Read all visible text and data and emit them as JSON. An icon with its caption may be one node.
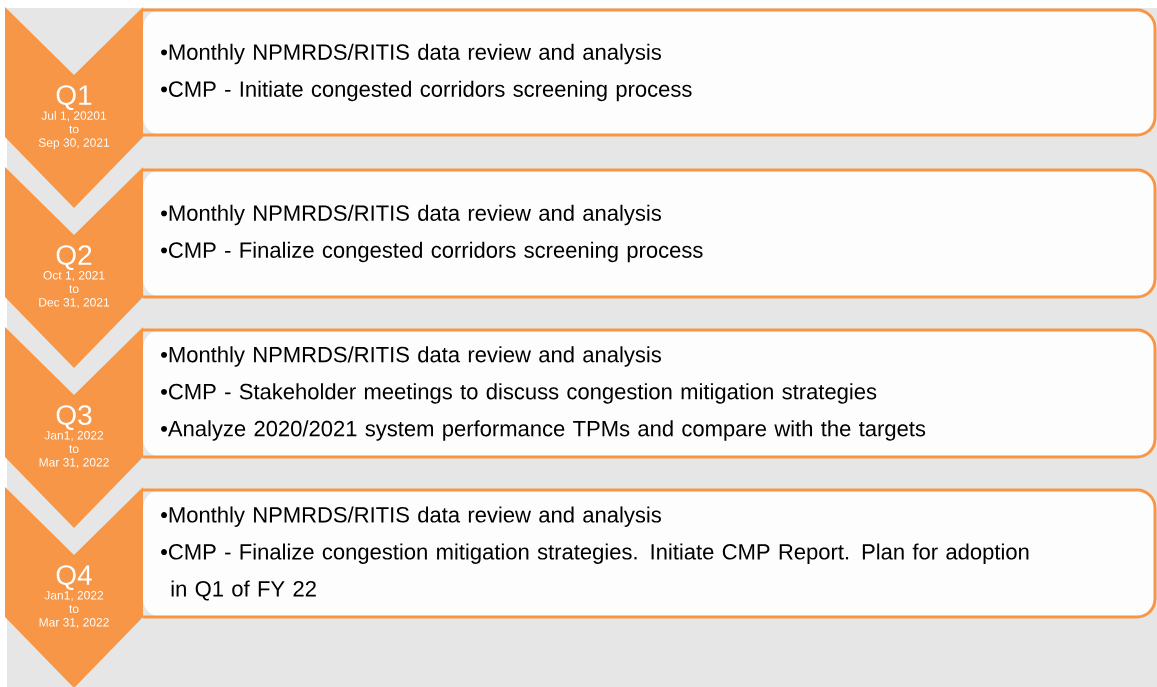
{
  "diagram": {
    "nodes": [
      {
        "text": [
          "Q1",
          "Jul 1, 20201 to Sep 30, 2021"
        ]
      },
      {
        "text": [
          "•Monthly NPMRDS/RITIS data review and analysis",
          "•CMP - Initiate congested corridors screening process"
        ]
      },
      {
        "text": [
          "Q2",
          "Oct 1, 2021 to Dec 31, 2021"
        ]
      },
      {
        "text": [
          "•Monthly NPMRDS/RITIS data review and analysis",
          "•CMP - Finalize congested corridors screening process"
        ]
      },
      {
        "text": [
          "Q3",
          "Jan1, 2022 to Mar 31, 2022"
        ]
      },
      {
        "text": [
          "•Monthly NPMRDS/RITIS data review and analysis",
          "•CMP - Stakeholder meetings to discuss congestion mitigation strategies",
          "•Analyze 2020/2021 system performance TPMs and compare with the targets"
        ]
      },
      {
        "text": [
          "Q4",
          "Jan1, 2022 to Mar 31, 2022"
        ]
      },
      {
        "text": [
          "•Monthly NPMRDS/RITIS data review and analysis",
          "•CMP - Finalize congestion mitigation strategies. Initiate CMP Report. Plan for adoption in Q1 of FY 22"
        ]
      }
    ]
  }
}
